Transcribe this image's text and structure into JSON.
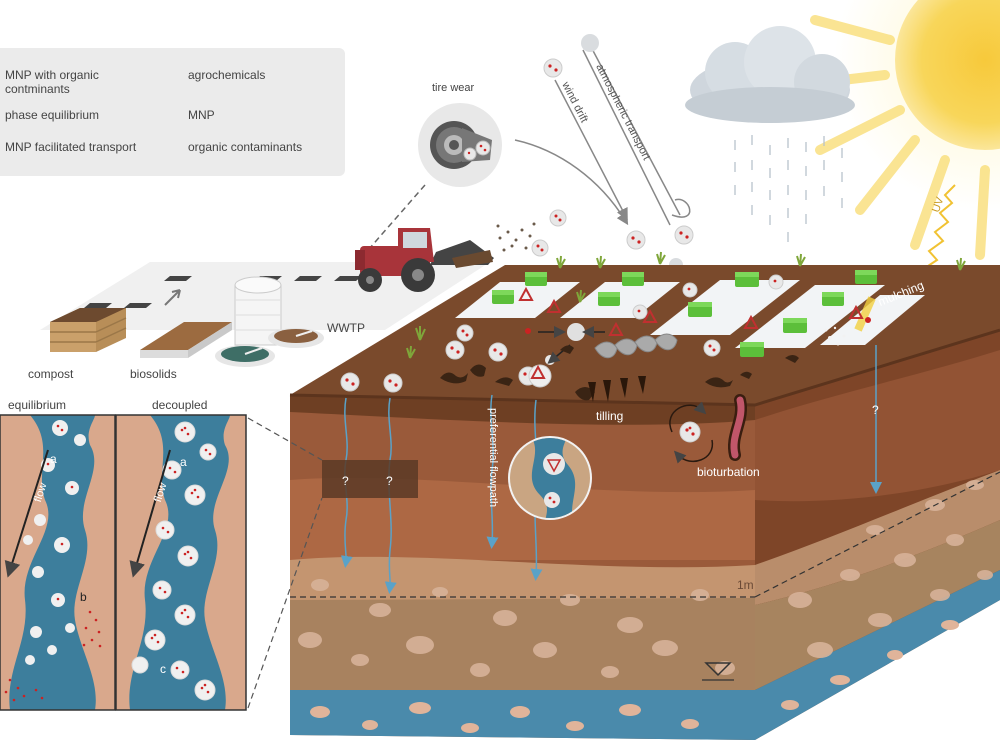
{
  "legend": {
    "mnp_organic": "MNP with organic contminants",
    "phase_equilibrium": "phase equilibrium",
    "mnp_transport": "MNP facilitated transport",
    "agrochemicals": "agrochemicals",
    "mnp": "MNP",
    "organic_contaminants": "organic contaminants"
  },
  "labels": {
    "tire_wear": "tire wear",
    "wind_drift": "wind drift",
    "atmospheric_transport": "atmospheric transport",
    "uv": "UV",
    "wwtp": "WWTP",
    "compost": "compost",
    "biosolids": "biosolids",
    "mulching": "mulching",
    "tilling": "tilling",
    "bioturbation": "bioturbation",
    "preferential_flowpath": "preferential flowpath",
    "depth": "1m",
    "unknown": "?"
  },
  "insets": {
    "equilibrium": "equilibrium",
    "decoupled": "decoupled",
    "flow": "flow",
    "a": "a",
    "b": "b",
    "c": "c"
  },
  "colors": {
    "topsoil": "#7a4a2c",
    "subsoil": "#9a5a3a",
    "sand": "#c9a582",
    "groundwater": "#4a8aab",
    "water_inset": "#3d7e9c",
    "grain": "#e0b49a",
    "mnp": "#e8e8e8",
    "contaminant": "#cc2222",
    "agrochemical": "#c03030",
    "crop": "#5cbf3a",
    "mulch_film": "#f2f4f6",
    "tractor": "#a8343a",
    "sun": "#f7d248"
  },
  "icons": [
    "sun-icon",
    "cloud-icon",
    "tractor-icon",
    "tire-icon",
    "earthworm-icon",
    "wwtp-tank-icon",
    "compost-bin-icon",
    "biosolids-tray-icon"
  ]
}
